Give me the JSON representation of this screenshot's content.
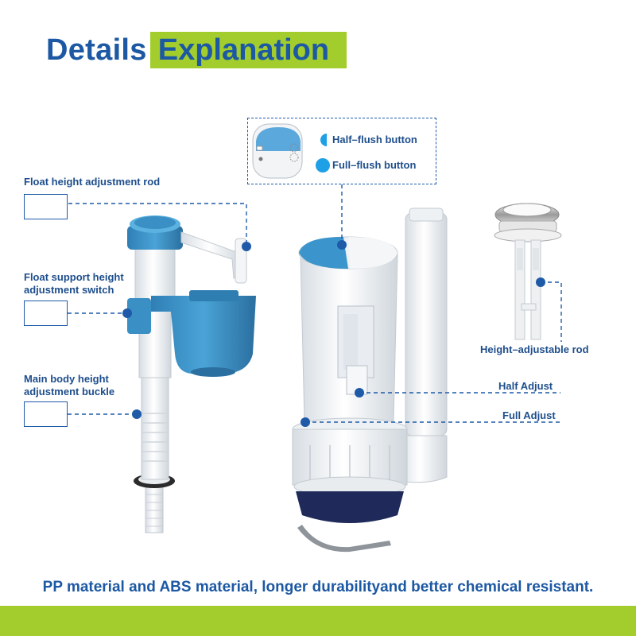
{
  "header": {
    "title_part1": "Details",
    "title_part2": "Explanation"
  },
  "labels": {
    "float_rod": "Float height adjustment rod",
    "float_switch_l1": "Float support height",
    "float_switch_l2": "adjustment switch",
    "body_buckle_l1": "Main body height",
    "body_buckle_l2": "adjustment buckle",
    "half_flush": "Half–flush button",
    "full_flush": "Full–flush button",
    "height_rod": "Height–adjustable rod",
    "half_adjust": "Half Adjust",
    "full_adjust": "Full Adjust"
  },
  "footer": {
    "text": "PP material and ABS material, longer durabilityand better chemical resistant."
  },
  "colors": {
    "accent_green": "#a2cd2c",
    "brand_blue": "#1c58a3",
    "part_blue": "#3a8fc4",
    "dot_blue": "#1e5aa8"
  }
}
